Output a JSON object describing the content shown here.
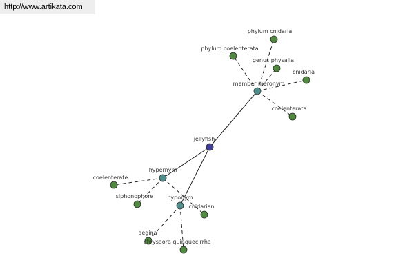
{
  "source_link": {
    "text": "http://www.artikata.com"
  },
  "colors": {
    "center_node": "#3f3f9a",
    "relation_node": "#4e8f8b",
    "leaf_node": "#4f8a3e",
    "node_stroke": "#2b2b2b",
    "edge": "#222222"
  },
  "graph": {
    "center": {
      "id": "jellyfish",
      "label": "jellyfish"
    },
    "relations": [
      {
        "id": "member-meronym",
        "label": "member meronym"
      },
      {
        "id": "hypernym",
        "label": "hypernym"
      },
      {
        "id": "hyponym",
        "label": "hyponym"
      }
    ],
    "leaves": [
      {
        "id": "phylum-cnidaria",
        "label": "phylum cnidaria",
        "relation": "member-meronym"
      },
      {
        "id": "phylum-coelenterata",
        "label": "phylum coelenterata",
        "relation": "member-meronym"
      },
      {
        "id": "genus-physalia",
        "label": "genus physalia",
        "relation": "member-meronym"
      },
      {
        "id": "cnidaria",
        "label": "cnidaria",
        "relation": "member-meronym"
      },
      {
        "id": "coelenterata",
        "label": "coelenterata",
        "relation": "member-meronym"
      },
      {
        "id": "coelenterate",
        "label": "coelenterate",
        "relation": "hypernym"
      },
      {
        "id": "siphonophore",
        "label": "siphonophore",
        "relation": "hypernym"
      },
      {
        "id": "cnidarian",
        "label": "cnidarian",
        "relation": "hypernym"
      },
      {
        "id": "aegina",
        "label": "aegina",
        "relation": "hyponym"
      },
      {
        "id": "chrysaora-quinquecirrha",
        "label": "chrysaora quinquecirrha",
        "relation": "hyponym"
      }
    ]
  }
}
